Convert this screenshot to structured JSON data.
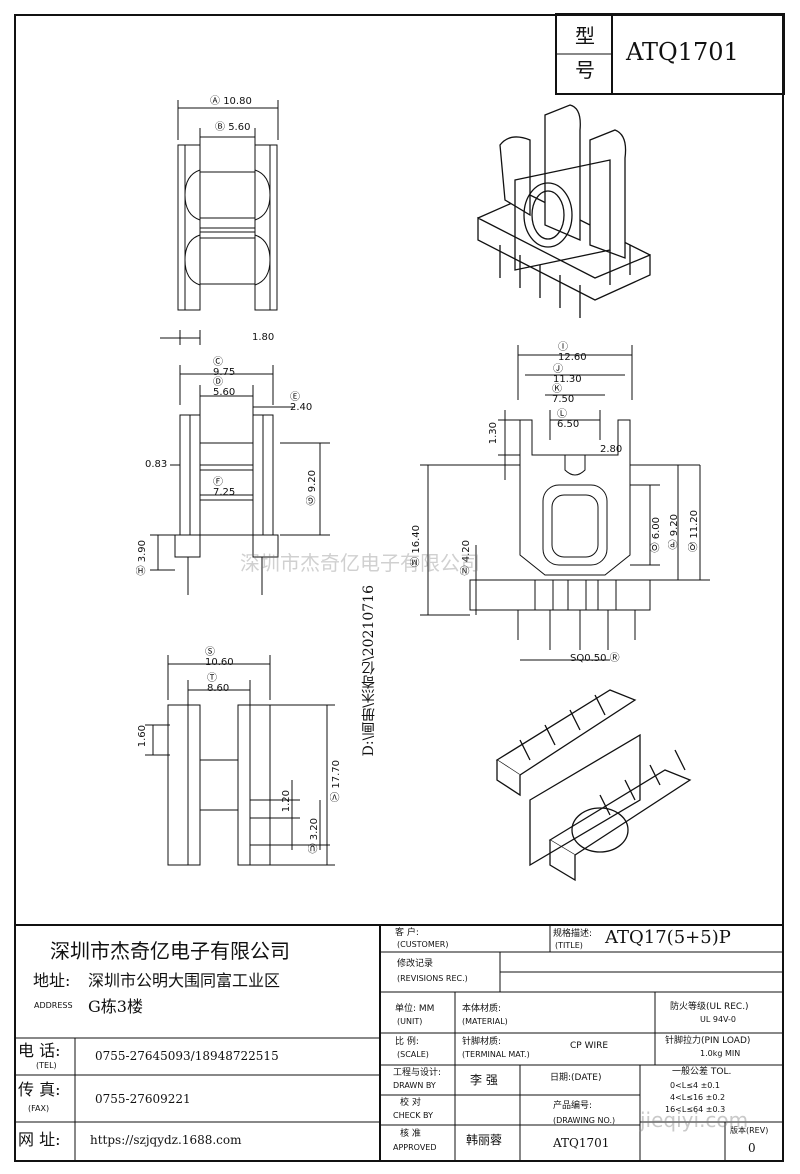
{
  "title_block_top": {
    "model_label": "型\n号",
    "model_label_1": "型",
    "model_label_2": "号",
    "model_value": "ATQ1701"
  },
  "watermark": "深圳市杰奇亿电子有限公司",
  "path_text": "D:\\画册\\杰奇亿\\20210716",
  "view_top": {
    "dims": [
      {
        "letter": "A",
        "value": "10.80"
      },
      {
        "letter": "B",
        "value": "5.60"
      }
    ]
  },
  "view_side": {
    "dims": [
      {
        "value": "1.80"
      },
      {
        "letter": "C",
        "value": "9.75"
      },
      {
        "letter": "D",
        "value": "5.60"
      },
      {
        "letter": "E",
        "value": "2.40"
      },
      {
        "value": "0.83"
      },
      {
        "letter": "F",
        "value": "7.25"
      },
      {
        "letter": "G",
        "value": "9.20"
      },
      {
        "letter": "H",
        "value": "3.90"
      }
    ]
  },
  "view_front": {
    "dims": [
      {
        "letter": "I",
        "value": "12.60"
      },
      {
        "letter": "J",
        "value": "11.30"
      },
      {
        "letter": "K",
        "value": "7.50"
      },
      {
        "letter": "L",
        "value": "6.50"
      },
      {
        "value": "1.30"
      },
      {
        "value": "2.80"
      },
      {
        "letter": "M",
        "value": "16.40"
      },
      {
        "letter": "N",
        "value": "4.20"
      },
      {
        "letter": "O",
        "value": "6.00"
      },
      {
        "letter": "P",
        "value": "9.20"
      },
      {
        "letter": "Q",
        "value": "11.20"
      },
      {
        "letter": "R",
        "value": "SQ0.50"
      }
    ]
  },
  "view_bottom": {
    "dims": [
      {
        "letter": "S",
        "value": "10.60"
      },
      {
        "letter": "T",
        "value": "8.60"
      },
      {
        "value": "1.60"
      },
      {
        "letter": "V",
        "value": "17.70"
      },
      {
        "value": "1.20"
      },
      {
        "letter": "U",
        "value": "3.20"
      }
    ]
  },
  "company": {
    "name": "深圳市杰奇亿电子有限公司",
    "address_label": "地址:",
    "address_label_en": "ADDRESS",
    "address_line1": "深圳市公明大围同富工业区",
    "address_line2": "G栋3楼",
    "tel_label": "电 话:",
    "tel_label_en": "(TEL)",
    "tel_value": "0755-27645093/18948722515",
    "fax_label": "传 真:",
    "fax_label_en": "(FAX)",
    "fax_value": "0755-27609221",
    "web_label": "网 址:",
    "web_value": "https://szjqydz.1688.com"
  },
  "spec": {
    "customer_label": "客  户:",
    "customer_label_en": "(CUSTOMER)",
    "title_label": "规格描述:",
    "title_label_en": "(TITLE)",
    "title_value": "ATQ17(5+5)P",
    "revisions_label": "修改记录",
    "revisions_label_en": "(REVISIONS REC.)",
    "unit_label": "单位: MM",
    "unit_label_en": "(UNIT)",
    "material_label": "本体材质:",
    "material_label_en": "(MATERIAL)",
    "flame_label": "防火等级(UL REC.)",
    "flame_value": "UL 94V-0",
    "scale_label": "比  例:",
    "scale_label_en": "(SCALE)",
    "terminal_label": "针脚材质:",
    "terminal_label_en": "(TERMINAL MAT.)",
    "terminal_value": "CP WIRE",
    "pin_load_label": "针脚拉力(PIN LOAD)",
    "pin_load_value": "1.0kg MIN",
    "drawn_label": "工程与设计:",
    "drawn_label_en": "DRAWN BY",
    "drawn_value": "李 强",
    "date_label": "日期:(DATE)",
    "tol_label": "一般公差 TOL.",
    "tol_1": "0<L≤4  ±0.1",
    "tol_2": "4<L≤16 ±0.2",
    "tol_3": "16<L≤64 ±0.3",
    "check_label": "校  对",
    "check_label_en": "CHECK BY",
    "part_label": "产品编号:",
    "part_label_en": "(DRAWING NO.)",
    "part_value": "ATQ1701",
    "approved_label": "核  准",
    "approved_label_en": "APPROVED",
    "approved_value": "韩丽蓉",
    "rev_label": "版本(REV)",
    "rev_value": "0"
  },
  "corner_watermark": "jieqiyi.com"
}
